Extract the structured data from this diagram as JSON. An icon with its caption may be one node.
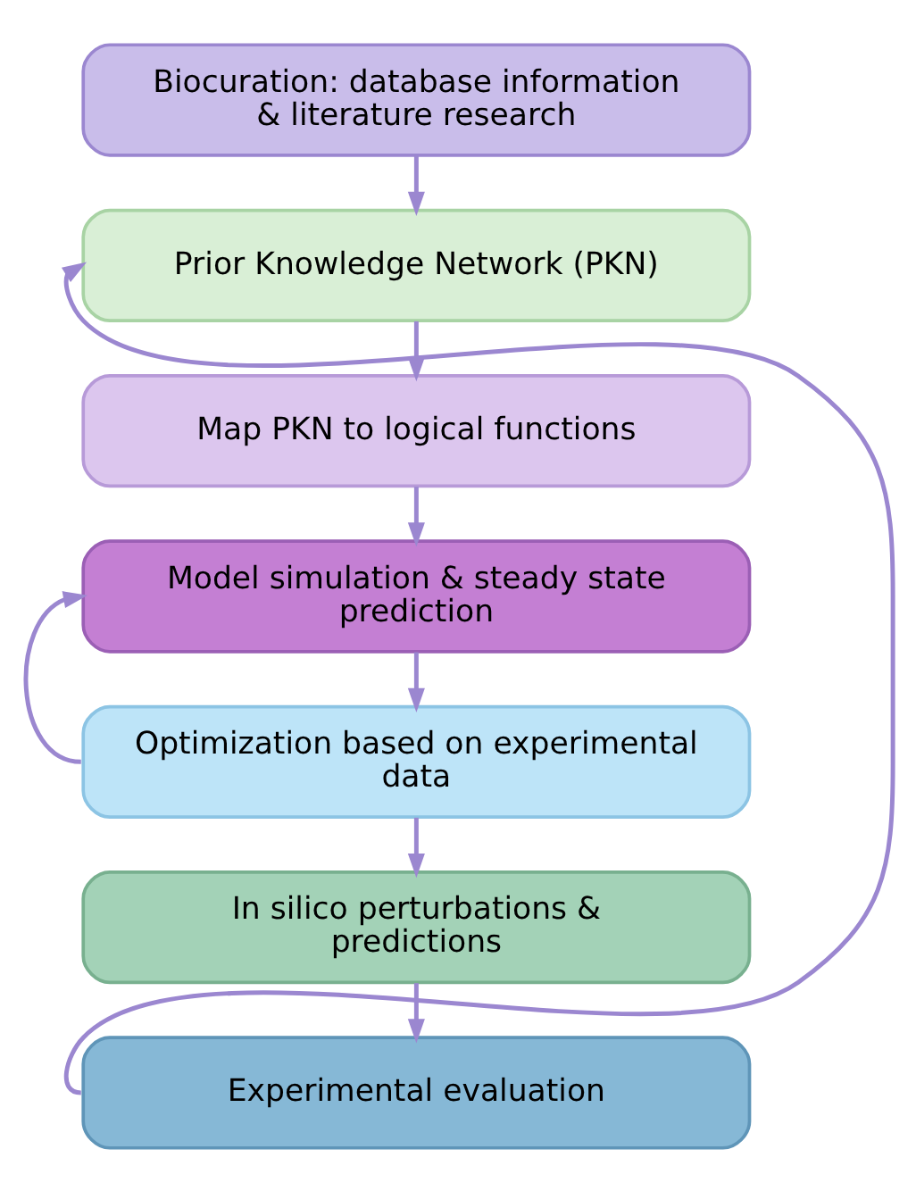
{
  "diagram": {
    "nodes": [
      {
        "text": [
          "Biocuration: database information & literature research"
        ]
      },
      {
        "text": [
          "Prior Knowledge Network (PKN)"
        ]
      },
      {
        "text": [
          "Map PKN to logical functions"
        ]
      },
      {
        "text": [
          "Model simulation & steady state prediction"
        ]
      },
      {
        "text": [
          "Optimization based on experimental data"
        ]
      },
      {
        "text": [
          "In silico perturbations & predictions"
        ]
      },
      {
        "text": [
          "Experimental evaluation"
        ]
      }
    ],
    "edges": [
      {
        "from": 0,
        "to": 1,
        "arrow": "to"
      },
      {
        "from": 1,
        "to": 2,
        "arrow": "to"
      },
      {
        "from": 2,
        "to": 3,
        "arrow": "to"
      },
      {
        "from": 3,
        "to": 4,
        "arrow": "to"
      },
      {
        "from": 4,
        "to": 5,
        "arrow": "to"
      },
      {
        "from": 5,
        "to": 6,
        "arrow": "to"
      },
      {
        "from": 4,
        "to": 3,
        "arrow": "to"
      },
      {
        "from": 6,
        "to": 1,
        "arrow": "to"
      }
    ]
  }
}
